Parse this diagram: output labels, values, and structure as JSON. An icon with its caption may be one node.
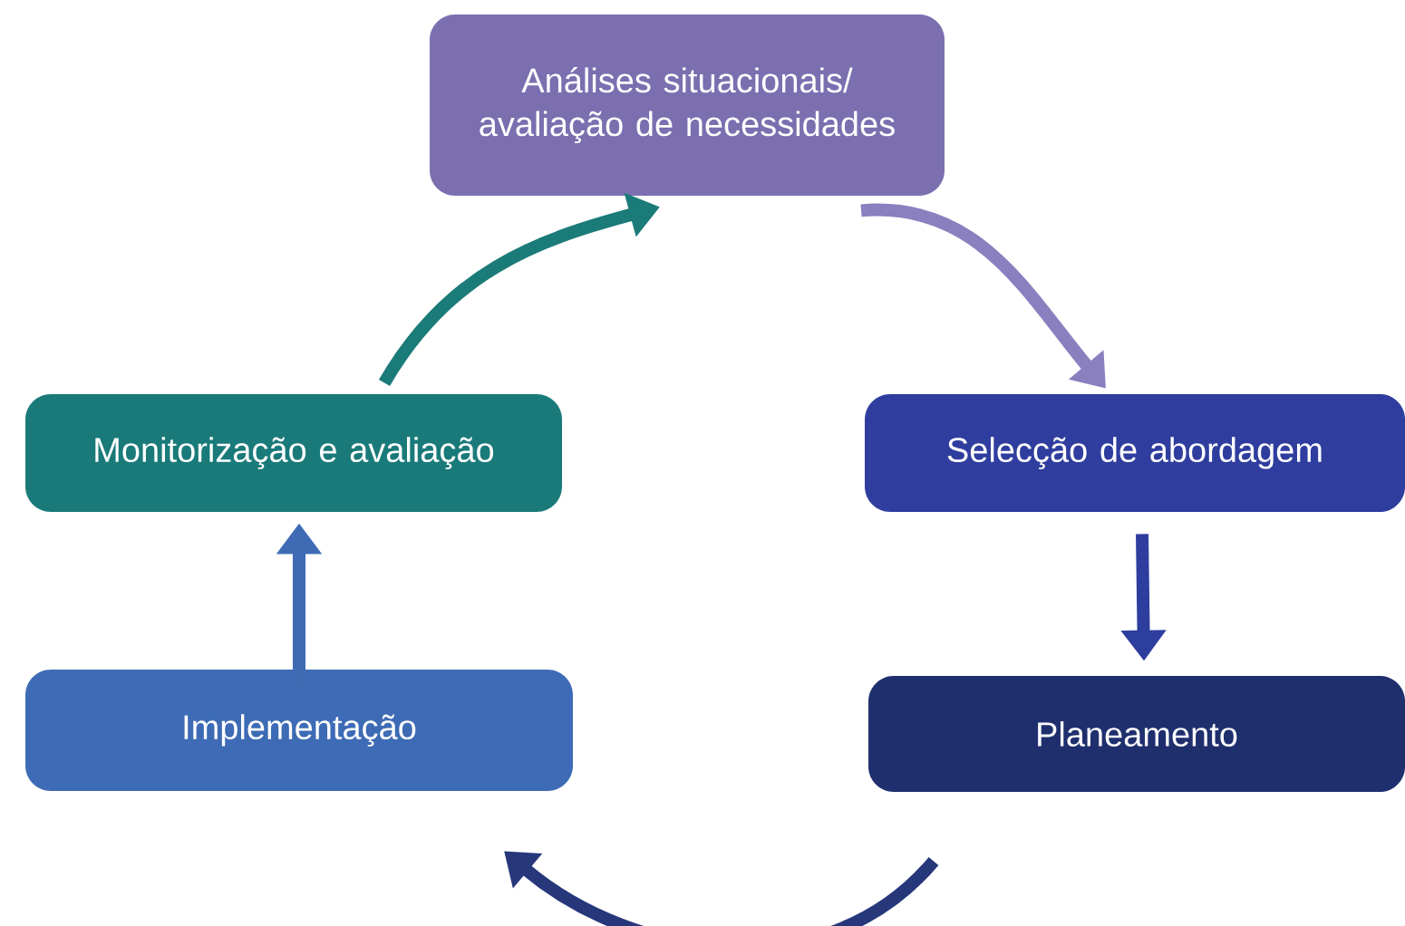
{
  "diagram": {
    "nodes": [
      {
        "text": [
          "Análises situacionais/ avaliação de necessidades"
        ]
      },
      {
        "text": [
          "Selecção de abordagem"
        ]
      },
      {
        "text": [
          "Planeamento"
        ]
      },
      {
        "text": [
          "Implementação"
        ]
      },
      {
        "text": [
          "Monitorização e avaliação"
        ]
      }
    ],
    "edges": [
      {
        "from": 0,
        "to": 1,
        "arrow": "to",
        "color": "#8a80bf"
      },
      {
        "from": 1,
        "to": 2,
        "arrow": "to",
        "color": "#2e3e9e"
      },
      {
        "from": 2,
        "to": 3,
        "arrow": "to",
        "color": "#26377a"
      },
      {
        "from": 3,
        "to": 4,
        "arrow": "to",
        "color": "#3f6bb5"
      },
      {
        "from": 4,
        "to": 0,
        "arrow": "to",
        "color": "#1b7b78"
      }
    ]
  }
}
